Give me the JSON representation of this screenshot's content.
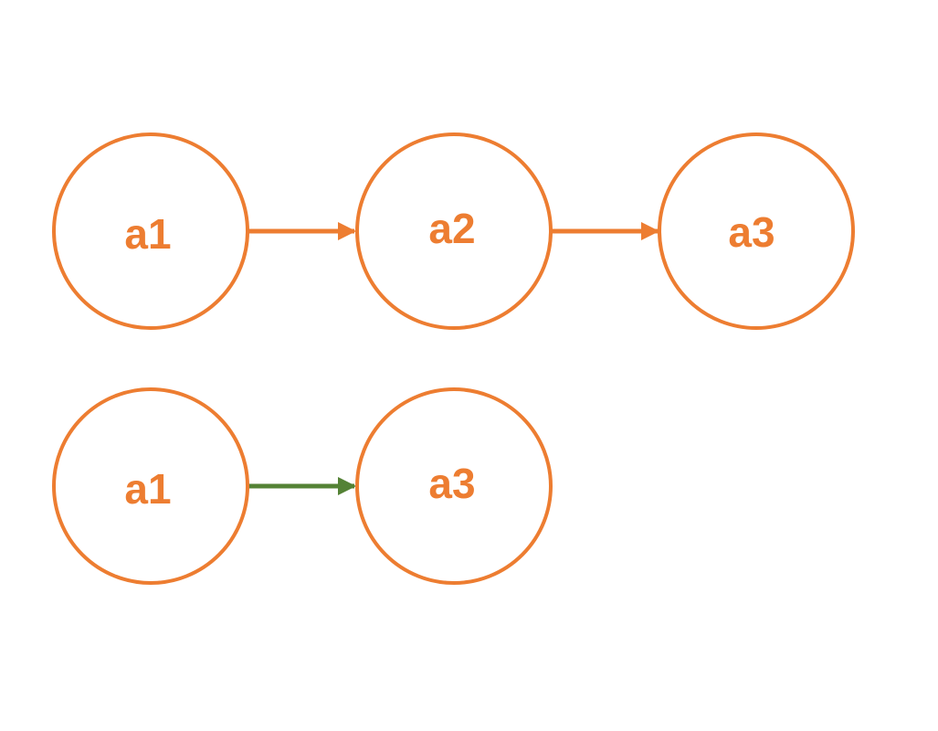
{
  "colors": {
    "node": "#ED7D31",
    "edge_primary": "#ED7D31",
    "edge_shortcut": "#548235",
    "background": "#FFFFFF"
  },
  "rows": [
    {
      "nodes": [
        {
          "label": "a1"
        },
        {
          "label": "a2"
        },
        {
          "label": "a3"
        }
      ],
      "edges": [
        {
          "from": "a1",
          "to": "a2",
          "color": "edge_primary"
        },
        {
          "from": "a2",
          "to": "a3",
          "color": "edge_primary"
        }
      ]
    },
    {
      "nodes": [
        {
          "label": "a1"
        },
        {
          "label": "a3"
        }
      ],
      "edges": [
        {
          "from": "a1",
          "to": "a3",
          "color": "edge_shortcut"
        }
      ]
    }
  ]
}
